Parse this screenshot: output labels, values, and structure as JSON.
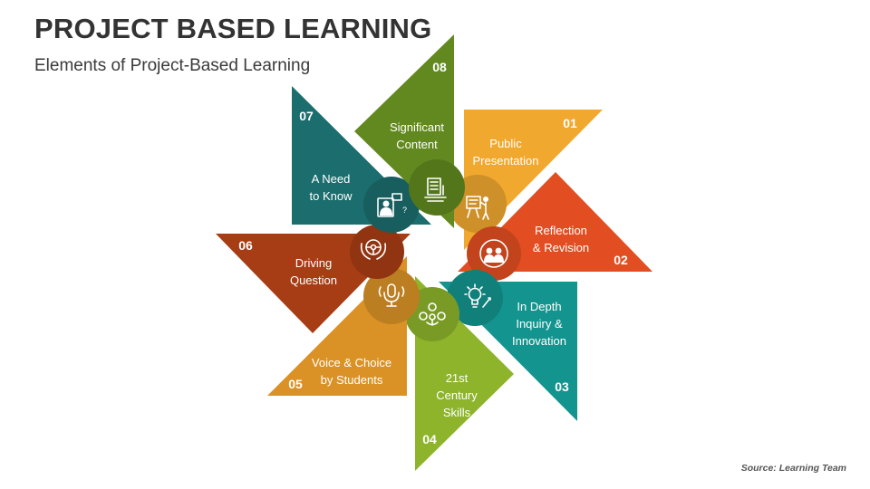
{
  "header": {
    "title": "PROJECT BASED LEARNING",
    "subtitle": "Elements of Project-Based Learning"
  },
  "footer": {
    "source": "Source: Learning Team"
  },
  "elements": [
    {
      "number": "01",
      "line1": "Public",
      "line2": "Presentation",
      "line3": "",
      "color": "#F0A82E",
      "icon": "presentation-icon"
    },
    {
      "number": "02",
      "line1": "Reflection",
      "line2": "& Revision",
      "line3": "",
      "color": "#E24E21",
      "icon": "people-reflection-icon"
    },
    {
      "number": "03",
      "line1": "In Depth",
      "line2": "Inquiry &",
      "line3": "Innovation",
      "color": "#14948E",
      "icon": "lightbulb-icon"
    },
    {
      "number": "04",
      "line1": "21st",
      "line2": "Century",
      "line3": "Skills",
      "color": "#8DB42B",
      "icon": "network-skills-icon"
    },
    {
      "number": "05",
      "line1": "Voice & Choice",
      "line2": "by Students",
      "line3": "",
      "color": "#DA9226",
      "icon": "microphone-icon"
    },
    {
      "number": "06",
      "line1": "Driving",
      "line2": "Question",
      "line3": "",
      "color": "#A73D14",
      "icon": "steering-wheel-icon"
    },
    {
      "number": "07",
      "line1": "A Need",
      "line2": "to Know",
      "line3": "",
      "color": "#1C6D6D",
      "icon": "user-question-icon"
    },
    {
      "number": "08",
      "line1": "Significant",
      "line2": "Content",
      "line3": "",
      "color": "#62891F",
      "icon": "document-content-icon"
    }
  ]
}
